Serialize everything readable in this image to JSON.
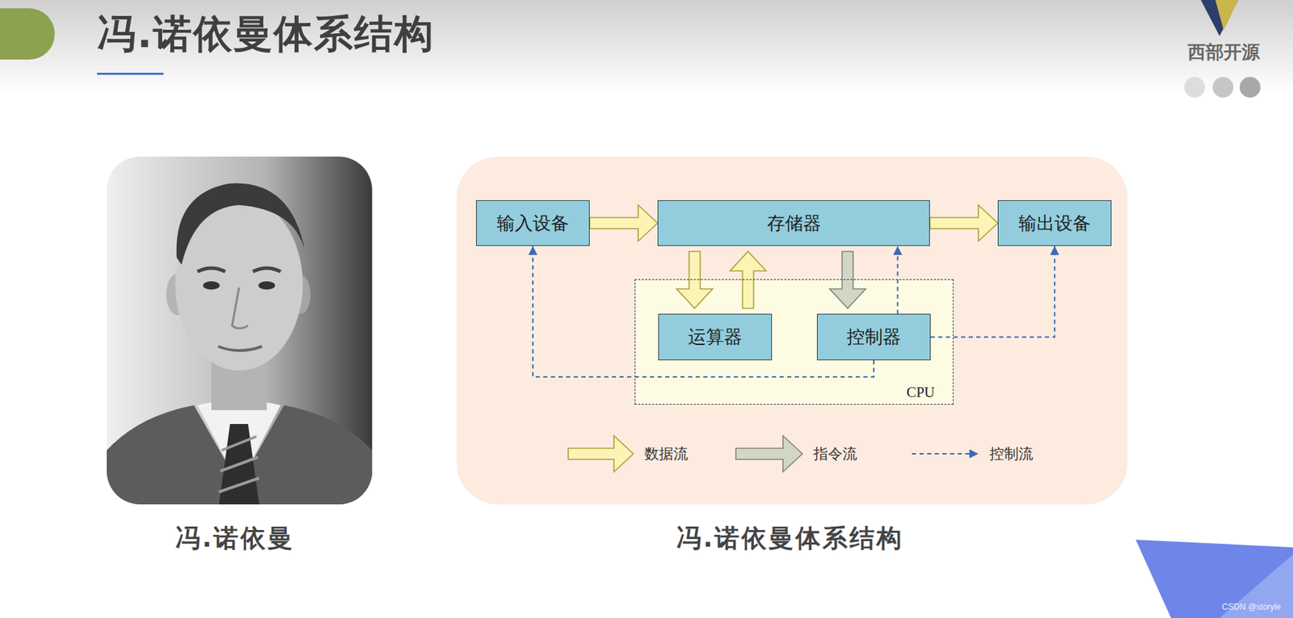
{
  "diagram": {
    "title": "冯.诺依曼体系结构",
    "caption": "冯.诺依曼体系结构",
    "nodes": [
      {
        "text": [
          "输入设备"
        ]
      },
      {
        "text": [
          "存储器"
        ]
      },
      {
        "text": [
          "输出设备"
        ]
      },
      {
        "text": [
          "CPU"
        ]
      },
      {
        "text": [
          "运算器"
        ],
        "in": 3
      },
      {
        "text": [
          "控制器"
        ],
        "in": 3
      }
    ],
    "edges": [
      {
        "from": 0,
        "to": 1,
        "arrow": "to"
      },
      {
        "from": 1,
        "to": 2,
        "arrow": "to"
      },
      {
        "from": 1,
        "to": 4,
        "arrow": "to"
      },
      {
        "from": 4,
        "to": 1,
        "arrow": "to"
      },
      {
        "from": 1,
        "to": 5,
        "arrow": "to"
      },
      {
        "from": 5,
        "to": 1,
        "arrow": "to"
      },
      {
        "from": 5,
        "to": 0,
        "arrow": "to"
      },
      {
        "from": 5,
        "to": 2,
        "arrow": "to"
      }
    ],
    "labels": [
      "冯.诺依曼",
      "西部开源",
      "CSDN @storyle"
    ],
    "legend": [
      {
        "text": "数据流"
      },
      {
        "text": "指令流"
      },
      {
        "text": "控制流"
      }
    ]
  }
}
